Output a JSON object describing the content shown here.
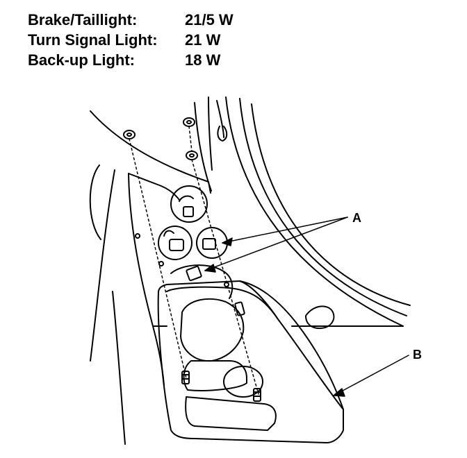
{
  "specs": [
    {
      "label": "Brake/Taillight:",
      "value": "21/5 W"
    },
    {
      "label": "Turn Signal Light:",
      "value": "21 W"
    },
    {
      "label": "Back-up Light:",
      "value": "18 W"
    }
  ],
  "callouts": {
    "a": "A",
    "b": "B"
  }
}
